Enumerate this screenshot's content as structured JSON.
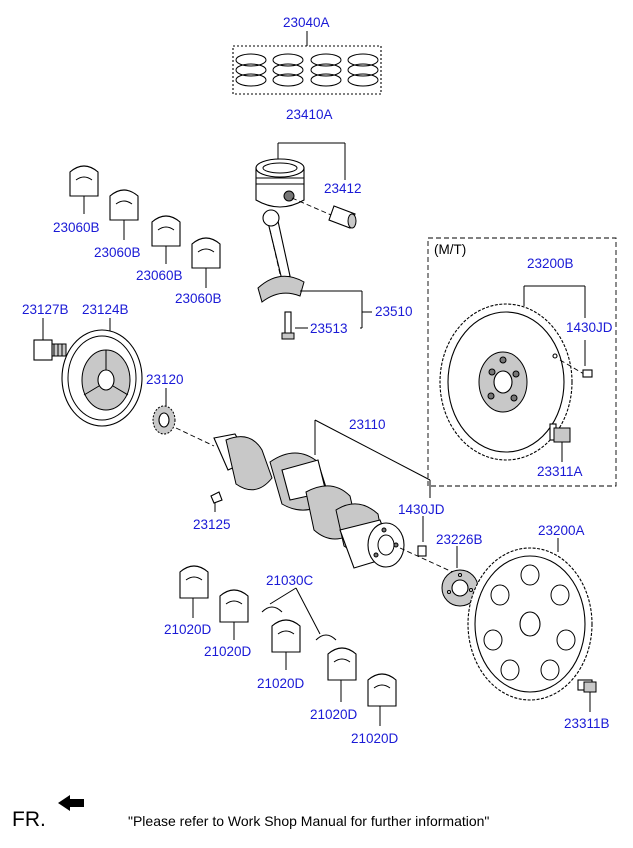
{
  "labels": {
    "l23040A": "23040A",
    "l23410A": "23410A",
    "l23412": "23412",
    "l23060B_1": "23060B",
    "l23060B_2": "23060B",
    "l23060B_3": "23060B",
    "l23060B_4": "23060B",
    "l23127B": "23127B",
    "l23124B": "23124B",
    "l23510": "23510",
    "l23513": "23513",
    "l23120": "23120",
    "l23110": "23110",
    "l23125": "23125",
    "l1430JD_a": "1430JD",
    "l1430JD_b": "1430JD",
    "l23200B": "23200B",
    "l23311A": "23311A",
    "l23226B": "23226B",
    "l23200A": "23200A",
    "l23311B": "23311B",
    "l21030C": "21030C",
    "l21020D_1": "21020D",
    "l21020D_2": "21020D",
    "l21020D_3": "21020D",
    "l21020D_4": "21020D",
    "l21020D_5": "21020D"
  },
  "mt_box_label": "(M/T)",
  "footer": {
    "fr_label": "FR.",
    "note": "\"Please refer to Work Shop Manual for further information\""
  },
  "colors": {
    "part_number": "#1a1ad6",
    "line": "#000000"
  }
}
